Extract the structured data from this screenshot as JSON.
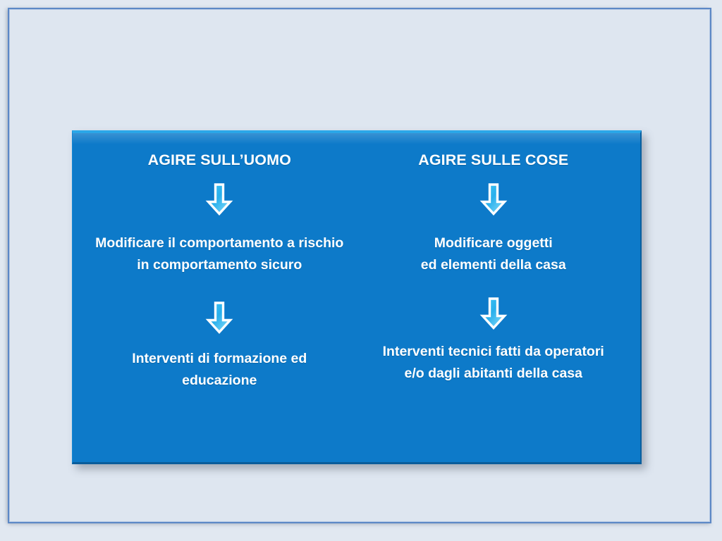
{
  "slide": {
    "background_color": "#e1e8f1",
    "frame_border_color": "#5c88c6",
    "panel_color": "#0d7ac9",
    "panel_highlight_color": "#2aa7e8",
    "text_color": "#ffffff",
    "arrow_fill_color": "#29b6f0",
    "arrow_outline_color": "#ffffff"
  },
  "columns": [
    {
      "id": "agire-sull-uomo",
      "heading": "AGIRE SULL’UOMO",
      "arrow_1": "down-arrow-icon",
      "text_1": "Modificare il comportamento a rischio\nin comportamento sicuro",
      "arrow_2": "down-arrow-icon",
      "text_2": "Interventi di formazione ed\neducazione"
    },
    {
      "id": "agire-sulle-cose",
      "heading": "AGIRE SULLE COSE",
      "arrow_1": "down-arrow-icon",
      "text_1": "Modificare oggetti\ned elementi della casa",
      "arrow_2": "down-arrow-icon",
      "text_2": "Interventi tecnici fatti da operatori\ne/o dagli abitanti della casa"
    }
  ]
}
